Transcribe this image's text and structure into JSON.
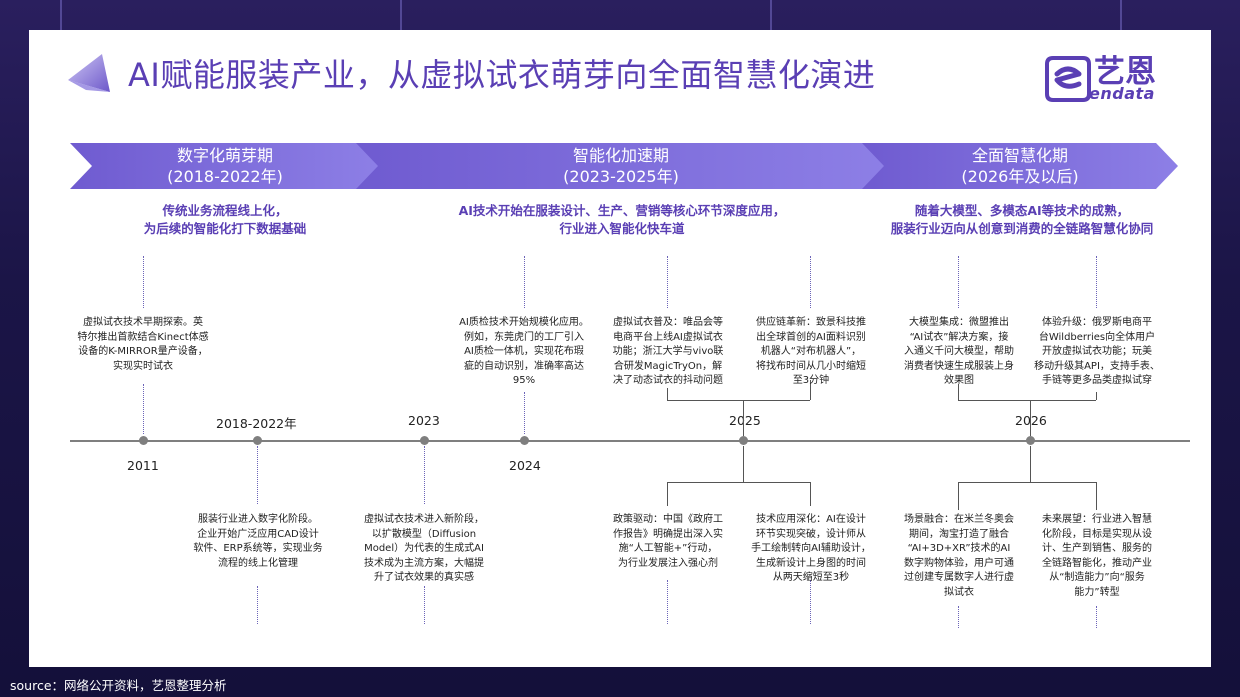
{
  "title": "AI赋能服装产业，从虚拟试衣萌芽向全面智慧化演进",
  "logo": {
    "cn": "艺恩",
    "en": "endata",
    "icon": "endata-e-logo-icon"
  },
  "phases": [
    {
      "name": "数字化萌芽期",
      "period": "(2018-2022年)",
      "summary_1": "传统业务流程线上化，",
      "summary_2": "为后续的智能化打下数据基础"
    },
    {
      "name": "智能化加速期",
      "period": "(2023-2025年)",
      "summary_1": "AI技术开始在服装设计、生产、营销等核心环节深度应用，",
      "summary_2": "行业进入智能化快车道"
    },
    {
      "name": "全面智慧化期",
      "period": "(2026年及以后)",
      "summary_1": "随着大模型、多模态AI等技术的成熟，",
      "summary_2": "服装行业迈向从创意到消费的全链路智慧化协同"
    }
  ],
  "timeline_labels": {
    "y2011": "2011",
    "y2018_2022": "2018-2022年",
    "y2023": "2023",
    "y2024": "2024",
    "y2025": "2025",
    "y2026": "2026"
  },
  "events": {
    "e2011": [
      "虚拟试衣技术早期探索。英",
      "特尔推出首款结合Kinect体感",
      "设备的K-MIRROR量产设备，",
      "实现实时试衣"
    ],
    "e2018": [
      "服装行业进入数字化阶段。",
      "企业开始广泛应用CAD设计",
      "软件、ERP系统等，实现业务",
      "流程的线上化管理"
    ],
    "e2023": [
      "虚拟试衣技术进入新阶段，",
      "以扩散模型（Diffusion",
      "Model）为代表的生成式AI",
      "技术成为主流方案，大幅提",
      "升了试衣效果的真实感"
    ],
    "e2024": [
      "AI质检技术开始规模化应用。",
      "例如，东莞虎门的工厂引入",
      "AI质检一体机，实现花布瑕",
      "疵的自动识别，准确率高达",
      "95%"
    ],
    "e2025_a": [
      "虚拟试衣普及：唯品会等",
      "电商平台上线AI虚拟试衣",
      "功能；浙江大学与vivo联",
      "合研发MagicTryOn，解",
      "决了动态试衣的抖动问题"
    ],
    "e2025_b": [
      "供应链革新：致景科技推",
      "出全球首创的AI面料识别",
      "机器人“对布机器人”，",
      "将找布时间从几小时缩短",
      "至3分钟"
    ],
    "e2025_c": [
      "政策驱动：中国《政府工",
      "作报告》明确提出深入实",
      "施“人工智能+”行动，",
      "为行业发展注入强心剂"
    ],
    "e2025_d": [
      "技术应用深化：AI在设计",
      "环节实现突破，设计师从",
      "手工绘制转向AI辅助设计，",
      "生成新设计上身图的时间",
      "从两天缩短至3秒"
    ],
    "e2026_a": [
      "大模型集成：微盟推出",
      "“AI试衣”解决方案，接",
      "入通义千问大模型，帮助",
      "消费者快速生成服装上身",
      "效果图"
    ],
    "e2026_b": [
      "体验升级：俄罗斯电商平",
      "台Wildberries向全体用户",
      "开放虚拟试衣功能；玩美",
      "移动升级其API，支持手表、",
      "手链等更多品类虚拟试穿"
    ],
    "e2026_c": [
      "场景融合：在米兰冬奥会",
      "期间，淘宝打造了融合",
      "“AI+3D+XR”技术的AI",
      "数字购物体验，用户可通",
      "过创建专属数字人进行虚",
      "拟试衣"
    ],
    "e2026_d": [
      "未来展望：行业进入智慧",
      "化阶段，目标是实现从设",
      "计、生产到销售、服务的",
      "全链路智能化，推动产业",
      "从“制造能力”向“服务",
      "能力”转型"
    ]
  },
  "source": "source：网络公开资料，艺恩整理分析",
  "colors": {
    "primary": "#5a3fb4",
    "banner_start": "#6f5bd0",
    "banner_end": "#8d7fe6",
    "axis": "#7f7f7f"
  }
}
